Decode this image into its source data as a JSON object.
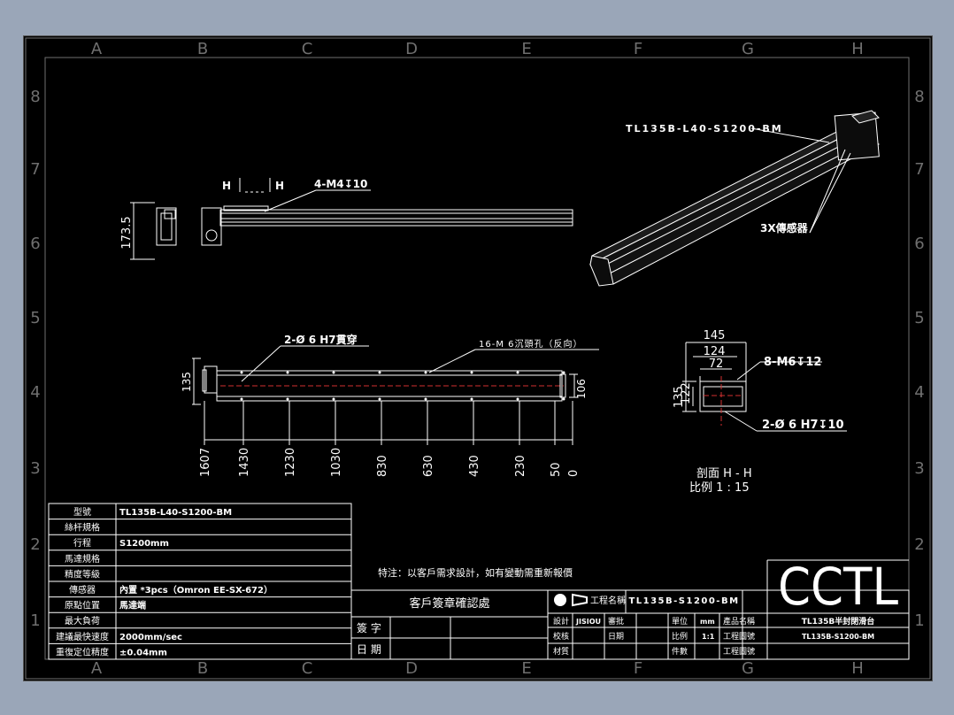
{
  "frame": {
    "columns": [
      "A",
      "B",
      "C",
      "D",
      "E",
      "F",
      "G",
      "H"
    ],
    "rows": [
      "8",
      "7",
      "6",
      "5",
      "4",
      "3",
      "2",
      "1"
    ]
  },
  "iso_view": {
    "model_label": "TL135B-L40-S1200-BM",
    "sensor_label": "3X傳感器"
  },
  "side_view": {
    "height_dim": "173.5",
    "section_mark_left": "H",
    "section_mark_right": "H",
    "bolt_label": "4-M4↧10"
  },
  "top_view": {
    "hole_label": "2-Ø 6  H7貫穿",
    "counterbore_label": "16-M 6沉頭孔（反向）",
    "height_dim": "135",
    "right_dim": "106",
    "positions": [
      "1607",
      "1430",
      "1230",
      "1030",
      "830",
      "630",
      "430",
      "230",
      "50",
      "0"
    ]
  },
  "section_view": {
    "dims_top": [
      "145",
      "124",
      "72"
    ],
    "dims_left": [
      "135",
      "122"
    ],
    "bolt_label": "8-M6↧12",
    "pin_label": "2-Ø 6  H7↧10",
    "title": "剖面  H - H",
    "scale": "比例  1 : 15"
  },
  "spec_table": {
    "rows": [
      {
        "label": "型號",
        "value": "TL135B-L40-S1200-BM"
      },
      {
        "label": "絲杆規格",
        "value": ""
      },
      {
        "label": "行程",
        "value": "S1200mm"
      },
      {
        "label": "馬達規格",
        "value": ""
      },
      {
        "label": "精度等級",
        "value": ""
      },
      {
        "label": "傳感器",
        "value": "內置 *3pcs（Omron EE-SX-672）"
      },
      {
        "label": "原點位置",
        "value": "馬達端"
      },
      {
        "label": "最大負荷",
        "value": ""
      },
      {
        "label": "建議最快速度",
        "value": "2000mm/sec"
      },
      {
        "label": "重復定位精度",
        "value": "±0.04mm"
      }
    ]
  },
  "note": "特注：以客戶需求設計，如有變動需重新報價",
  "customer_block": {
    "title": "客戶簽章確認處",
    "sign_label": "簽 字",
    "date_label": "日 期"
  },
  "title_block": {
    "logo": "CCTL",
    "projection_label": "工程名稱",
    "drawing_name": "TL135B-S1200-BM",
    "design_label": "設計",
    "designer": "JISIOU",
    "approve_label": "審批",
    "unit_label": "單位",
    "unit_value": "mm",
    "product_name_label": "產品名稱",
    "check_label": "校核",
    "date_label": "日期",
    "scale_label": "比例",
    "scale_value": "1:1",
    "drawing_no_label": "工程圖號",
    "material_label": "材質",
    "pieces_label": "件數",
    "drawing_rev_label": "工程圖號",
    "product_name": "TL135B半封閉滑台",
    "drawing_no": "TL135B-S1200-BM"
  }
}
